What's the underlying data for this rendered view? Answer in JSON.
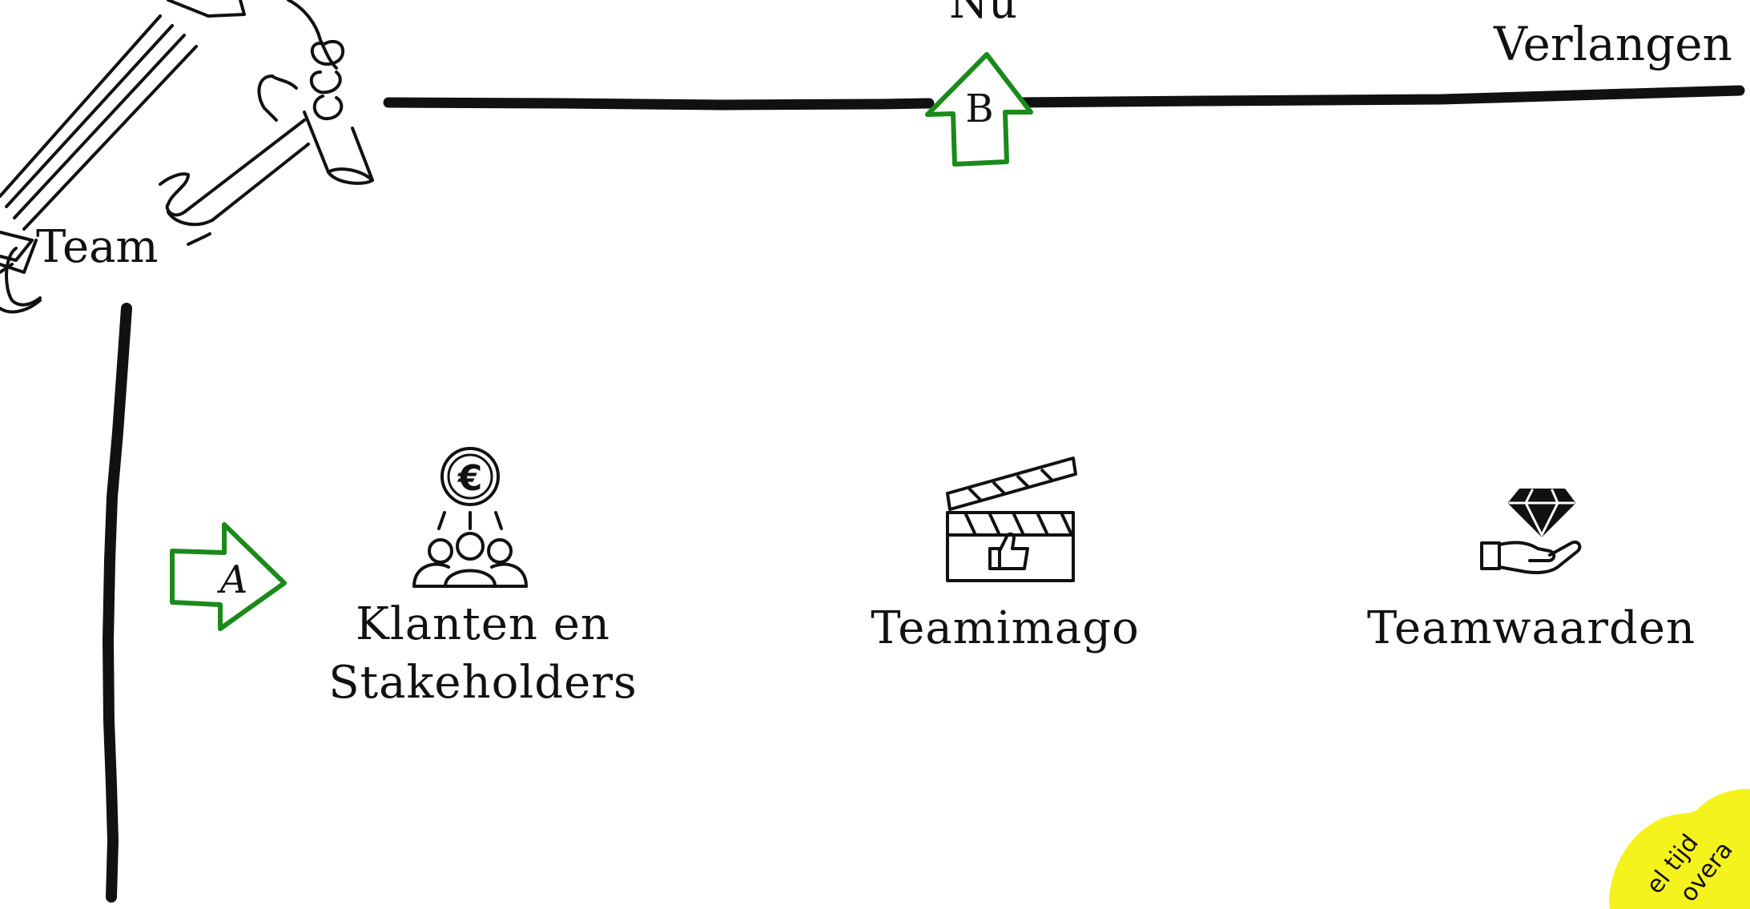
{
  "axis": {
    "horizontal_label": "Verlangen",
    "vertical_label": "Team",
    "top_marker_label": "Nu"
  },
  "markers": {
    "a": {
      "letter": "A",
      "color": "#1a8a1a"
    },
    "b": {
      "letter": "B",
      "color": "#1a8a1a"
    }
  },
  "items": [
    {
      "id": "klanten",
      "line1": "Klanten en",
      "line2": "Stakeholders",
      "icon": "group-euro-icon"
    },
    {
      "id": "imago",
      "line1": "Teamimago",
      "icon": "clapperboard-thumbs-up-icon"
    },
    {
      "id": "waarden",
      "line1": "Teamwaarden",
      "icon": "hand-diamond-icon"
    }
  ],
  "sticky_note": {
    "color": "#f5f31e",
    "line1": "el tijd",
    "line2": "overa"
  },
  "colors": {
    "ink": "#111111",
    "accent_green": "#1a8a1a",
    "sticky_yellow": "#f5f31e"
  }
}
